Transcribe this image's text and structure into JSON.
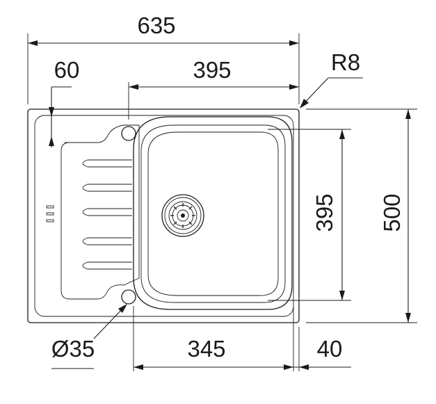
{
  "drawing": {
    "dimensions": {
      "overall_width": "635",
      "drainer_offset": "60",
      "bowl_width_top": "395",
      "corner_radius": "R8",
      "bowl_height": "395",
      "overall_height": "500",
      "tap_hole_diameter": "Ø35",
      "bowl_width_bottom": "345",
      "edge_offset": "40"
    }
  }
}
